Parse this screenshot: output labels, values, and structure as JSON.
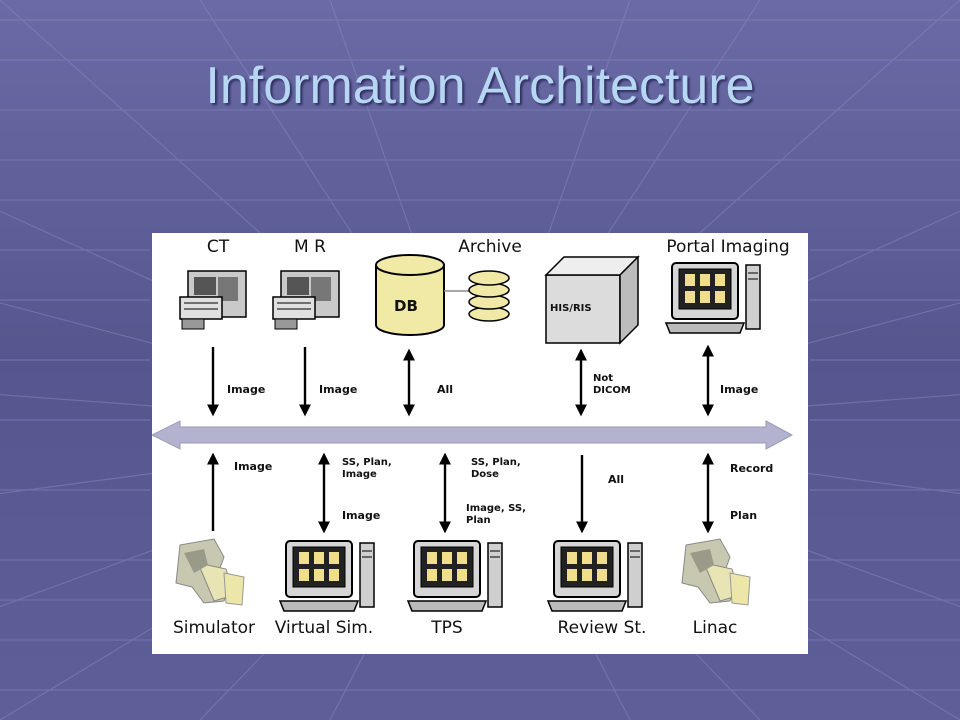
{
  "slide": {
    "title": "Information Architecture"
  },
  "diagram": {
    "top_nodes": {
      "ct": "CT",
      "mr": "M R",
      "archive": "Archive",
      "db": "DB",
      "his_ris": "HIS/RIS",
      "portal": "Portal Imaging"
    },
    "bottom_nodes": {
      "simulator": "Simulator",
      "virtual_sim": "Virtual Sim.",
      "tps": "TPS",
      "review": "Review St.",
      "linac": "Linac"
    },
    "links": {
      "ct_image": "Image",
      "mr_image": "Image",
      "db_all": "All",
      "his_not_dicom": "Not\nDICOM",
      "portal_image": "Image",
      "sim_image": "Image",
      "vsim_up": "SS, Plan,\nImage",
      "vsim_down": "Image",
      "tps_up": "SS, Plan,\nDose",
      "tps_down": "Image, SS,\nPlan",
      "review_all": "All",
      "linac_record": "Record",
      "linac_plan": "Plan"
    }
  }
}
